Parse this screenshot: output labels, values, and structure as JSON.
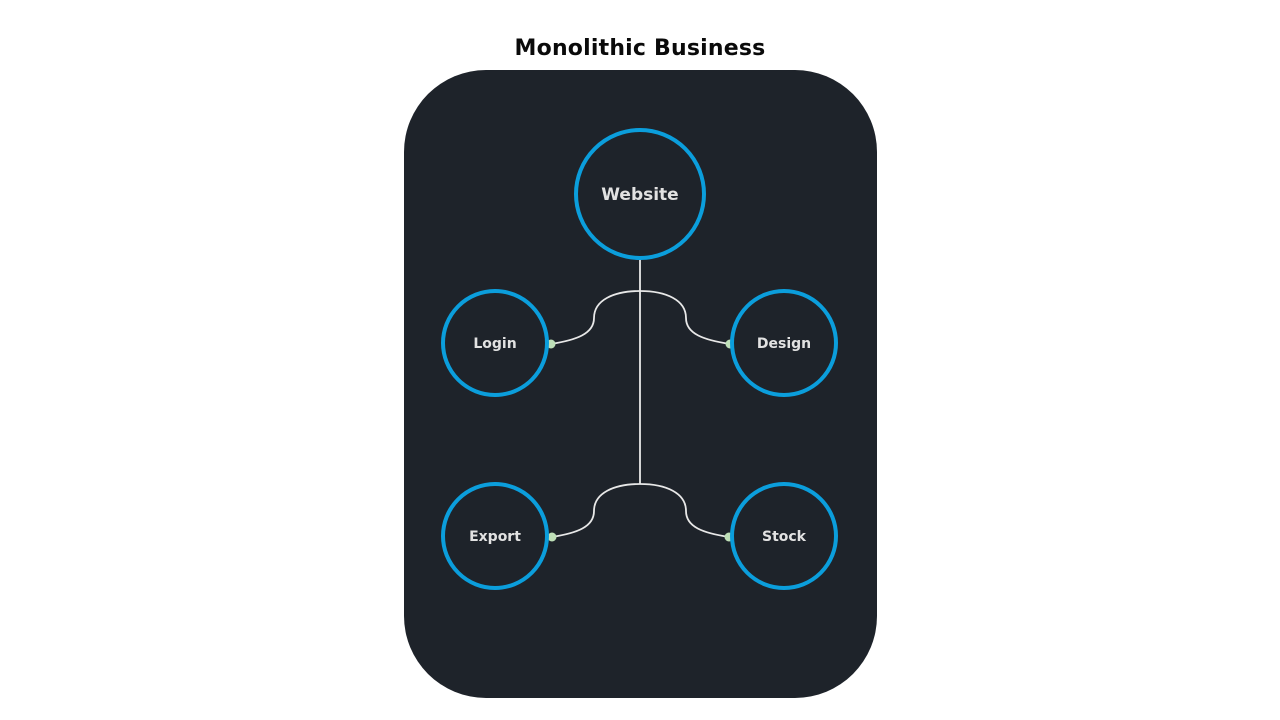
{
  "title": "Monolithic Business",
  "colors": {
    "panel": "#1e232a",
    "node_stroke": "#0b9edc",
    "connector": "#e8e8e8",
    "port_dot": "#bfe0b8",
    "label": "#e2e2e2"
  },
  "nodes": {
    "website": {
      "label": "Website"
    },
    "login": {
      "label": "Login"
    },
    "design": {
      "label": "Design"
    },
    "export": {
      "label": "Export"
    },
    "stock": {
      "label": "Stock"
    }
  }
}
